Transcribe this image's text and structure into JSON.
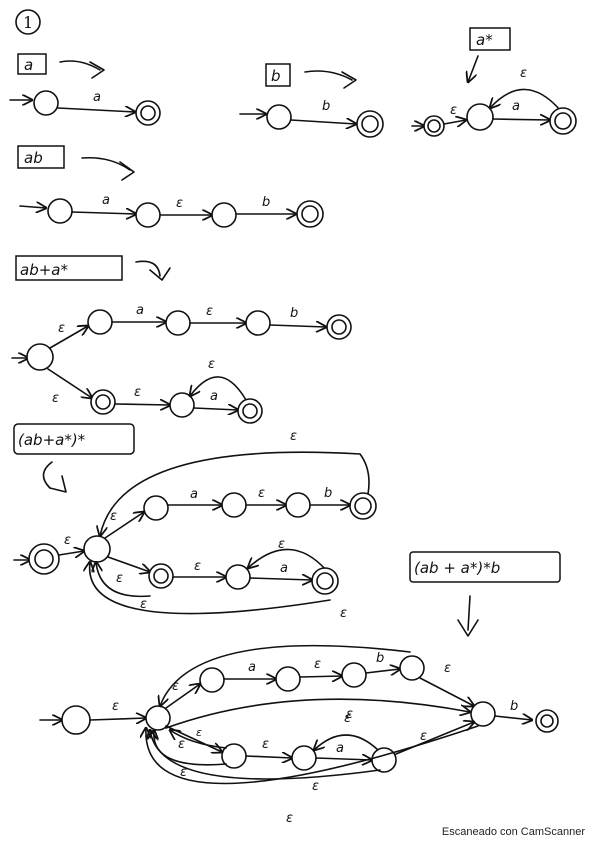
{
  "step_number": "1",
  "sections": {
    "a": {
      "title": "a",
      "edge": "a"
    },
    "b": {
      "title": "b",
      "edge": "b"
    },
    "astar": {
      "title": "a*",
      "eps1": "ε",
      "eps2": "ε",
      "edge": "a"
    },
    "ab": {
      "title": "ab",
      "e1": "a",
      "e2": "ε",
      "e3": "b"
    },
    "abpa": {
      "title": "ab+a*",
      "e_top": "ε",
      "e_a": "a",
      "e_eps": "ε",
      "e_b": "b",
      "e_bot": "ε",
      "e_mid": "ε",
      "e_loop": "ε",
      "e_a2": "a"
    },
    "abpastar": {
      "title": "(ab+a*)*",
      "loop_top": "ε",
      "start": "ε",
      "up": "ε",
      "a": "a",
      "eps_mid": "ε",
      "b": "b",
      "down": "ε",
      "eps2": "ε",
      "loop": "ε",
      "a2": "a",
      "back": "ε"
    },
    "final": {
      "title": "(ab + a*)*b",
      "start": "ε",
      "top": "ε",
      "up": "ε",
      "a": "a",
      "eps_mid": "ε",
      "b": "b",
      "to_end": "ε",
      "end_b": "b",
      "low_top": "ε",
      "e_small": "ε",
      "e_mid2": "ε",
      "loop": "ε",
      "a2": "a",
      "e_back": "ε",
      "e_right": "ε",
      "e_left": "ε",
      "e_bottom": "ε",
      "e_bottom2": "ε"
    }
  },
  "footer": "Escaneado con CamScanner"
}
